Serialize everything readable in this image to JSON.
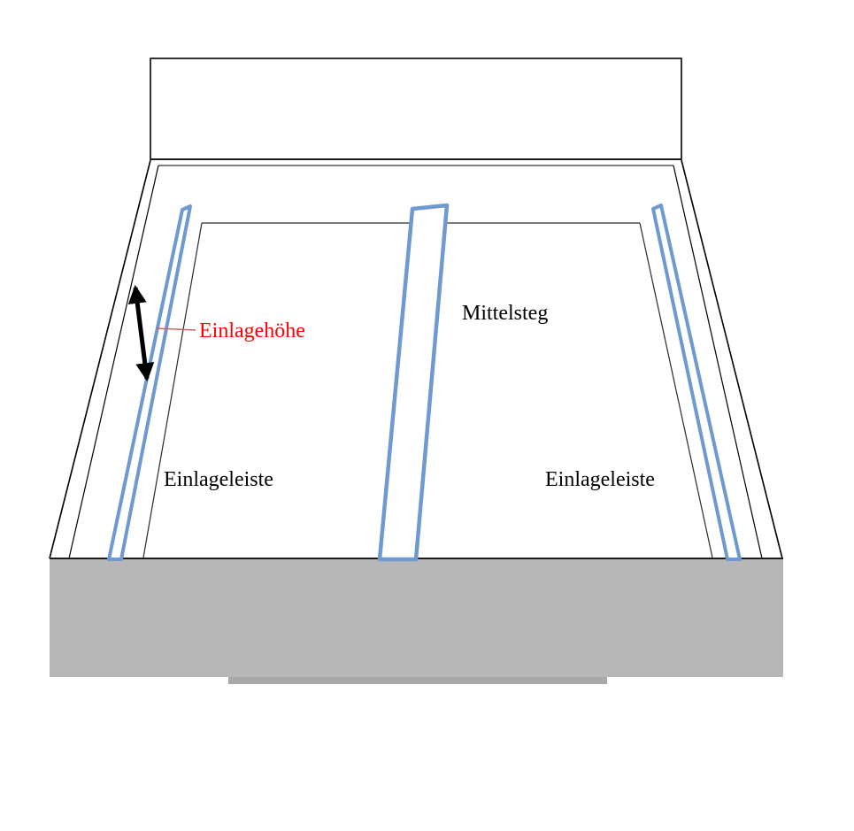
{
  "diagram": {
    "description": "Perspective drawing of a box/tray interior with insert strips",
    "labels": {
      "einlagehoehe": "Einlagehöhe",
      "mittelsteg": "Mittelsteg",
      "einlageleiste_left": "Einlageleiste",
      "einlageleiste_right": "Einlageleiste"
    },
    "colors": {
      "strip_blue": "#6f9ad0",
      "base_gray": "#b7b7b7",
      "base_strip_gray": "#a9a9a9",
      "label_red": "#ff0000",
      "leader_red": "#cc6666",
      "outline": "#000000"
    }
  }
}
